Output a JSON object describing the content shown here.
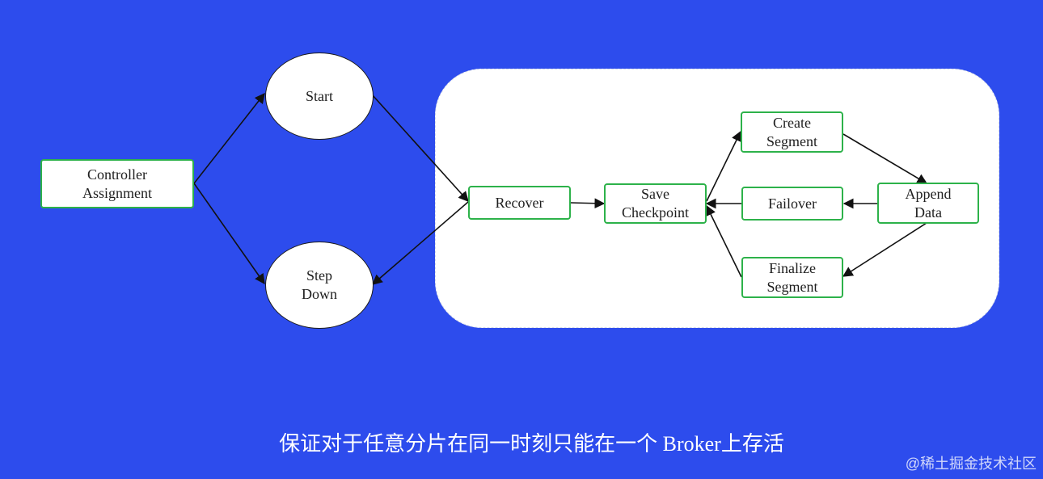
{
  "diagram": {
    "nodes": {
      "controller_assignment": "Controller\nAssignment",
      "start": "Start",
      "step_down": "Step\nDown",
      "recover": "Recover",
      "save_checkpoint": "Save\nCheckpoint",
      "create_segment": "Create\nSegment",
      "failover": "Failover",
      "finalize_segment": "Finalize\nSegment",
      "append_data": "Append\nData"
    },
    "edges": [
      {
        "from": "controller_assignment",
        "to": "start"
      },
      {
        "from": "controller_assignment",
        "to": "step_down"
      },
      {
        "from": "start",
        "to": "recover"
      },
      {
        "from": "recover",
        "to": "step_down"
      },
      {
        "from": "recover",
        "to": "save_checkpoint"
      },
      {
        "from": "save_checkpoint",
        "to": "create_segment"
      },
      {
        "from": "create_segment",
        "to": "append_data"
      },
      {
        "from": "append_data",
        "to": "failover"
      },
      {
        "from": "failover",
        "to": "save_checkpoint"
      },
      {
        "from": "append_data",
        "to": "finalize_segment"
      },
      {
        "from": "finalize_segment",
        "to": "save_checkpoint"
      }
    ],
    "colors": {
      "background": "#2d4ced",
      "box_border": "#2db24a",
      "region_fill": "#ffffff",
      "arrow": "#111111"
    }
  },
  "caption": "保证对于任意分片在同一时刻只能在一个 Broker上存活",
  "watermark": "@稀土掘金技术社区"
}
